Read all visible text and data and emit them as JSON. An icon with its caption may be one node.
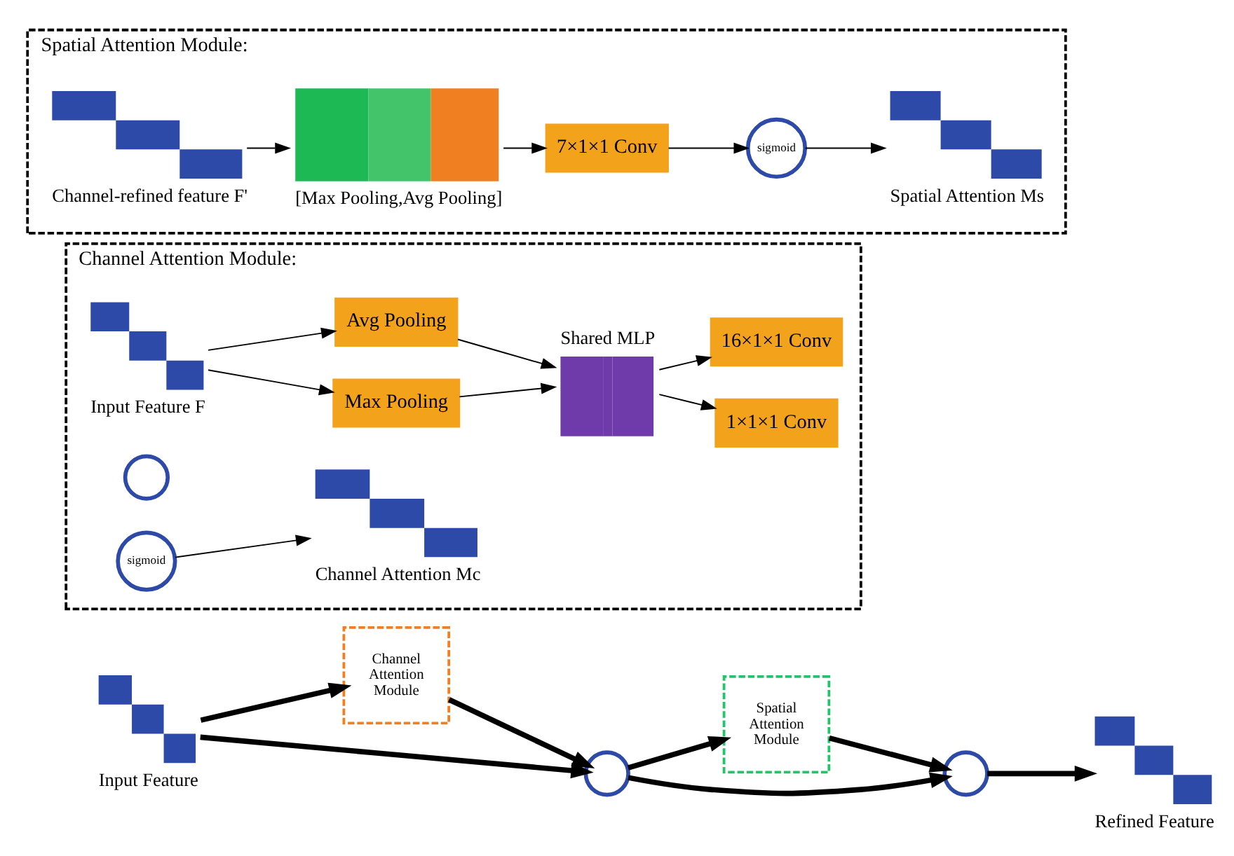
{
  "diagram": {
    "nodes": [
      {
        "text": [
          "Input Feature"
        ]
      },
      {
        "text": [
          "Channel Attention Module"
        ]
      },
      {
        "text": [],
        "shape": "circle"
      },
      {
        "text": [
          "Spatial Attention Module"
        ]
      },
      {
        "text": [],
        "shape": "circle"
      },
      {
        "text": [
          "Refined Feature"
        ]
      },
      {
        "text": [
          "Channel Attention Module:"
        ]
      },
      {
        "text": [
          "Input Feature F"
        ],
        "in": 6
      },
      {
        "text": [
          "Max Pooling"
        ],
        "in": 6
      },
      {
        "text": [
          "Avg Pooling"
        ],
        "in": 6
      },
      {
        "text": [
          "Shared MLP"
        ],
        "in": 6
      },
      {
        "text": [
          "1×1×1 Conv"
        ],
        "in": 6
      },
      {
        "text": [
          "16×1×1 Conv"
        ],
        "in": 6
      },
      {
        "text": [],
        "shape": "circle",
        "in": 6
      },
      {
        "text": [
          "sigmoid"
        ],
        "in": 6
      },
      {
        "text": [
          "Channel Attention Mc"
        ],
        "in": 6
      },
      {
        "text": [
          "Spatial Attention Module:"
        ]
      },
      {
        "text": [
          "Channel-refined feature F'"
        ],
        "in": 16
      },
      {
        "text": [
          "[Max Pooling,Avg Pooling]"
        ],
        "in": 16
      },
      {
        "text": [
          "7×1×1 Conv"
        ],
        "in": 16
      },
      {
        "text": [
          "sigmoid"
        ],
        "in": 16
      },
      {
        "text": [
          "Spatial Attention Ms"
        ],
        "in": 16
      }
    ],
    "edges": [
      {
        "from": 0,
        "to": 1,
        "arrow": "to",
        "style": "thick"
      },
      {
        "from": 1,
        "to": 2,
        "arrow": "to",
        "style": "thick"
      },
      {
        "from": 0,
        "to": 2,
        "arrow": "to",
        "style": "thick"
      },
      {
        "from": 2,
        "to": 3,
        "arrow": "to",
        "style": "thick"
      },
      {
        "from": 3,
        "to": 4,
        "arrow": "to",
        "style": "thick"
      },
      {
        "from": 2,
        "to": 4,
        "arrow": "to",
        "style": "thick"
      },
      {
        "from": 4,
        "to": 5,
        "arrow": "to",
        "style": "thick"
      },
      {
        "from": 7,
        "to": 8,
        "arrow": "to"
      },
      {
        "from": 7,
        "to": 9,
        "arrow": "to"
      },
      {
        "from": 8,
        "to": 10,
        "arrow": "to"
      },
      {
        "from": 9,
        "to": 10,
        "arrow": "to"
      },
      {
        "from": 10,
        "to": 11,
        "arrow": "to"
      },
      {
        "from": 10,
        "to": 12,
        "arrow": "to"
      },
      {
        "from": 14,
        "to": 15,
        "arrow": "to"
      },
      {
        "from": 17,
        "to": 18,
        "arrow": "to"
      },
      {
        "from": 18,
        "to": 19,
        "arrow": "to"
      },
      {
        "from": 19,
        "to": 20,
        "arrow": "to"
      },
      {
        "from": 20,
        "to": 21,
        "arrow": "to"
      }
    ]
  }
}
